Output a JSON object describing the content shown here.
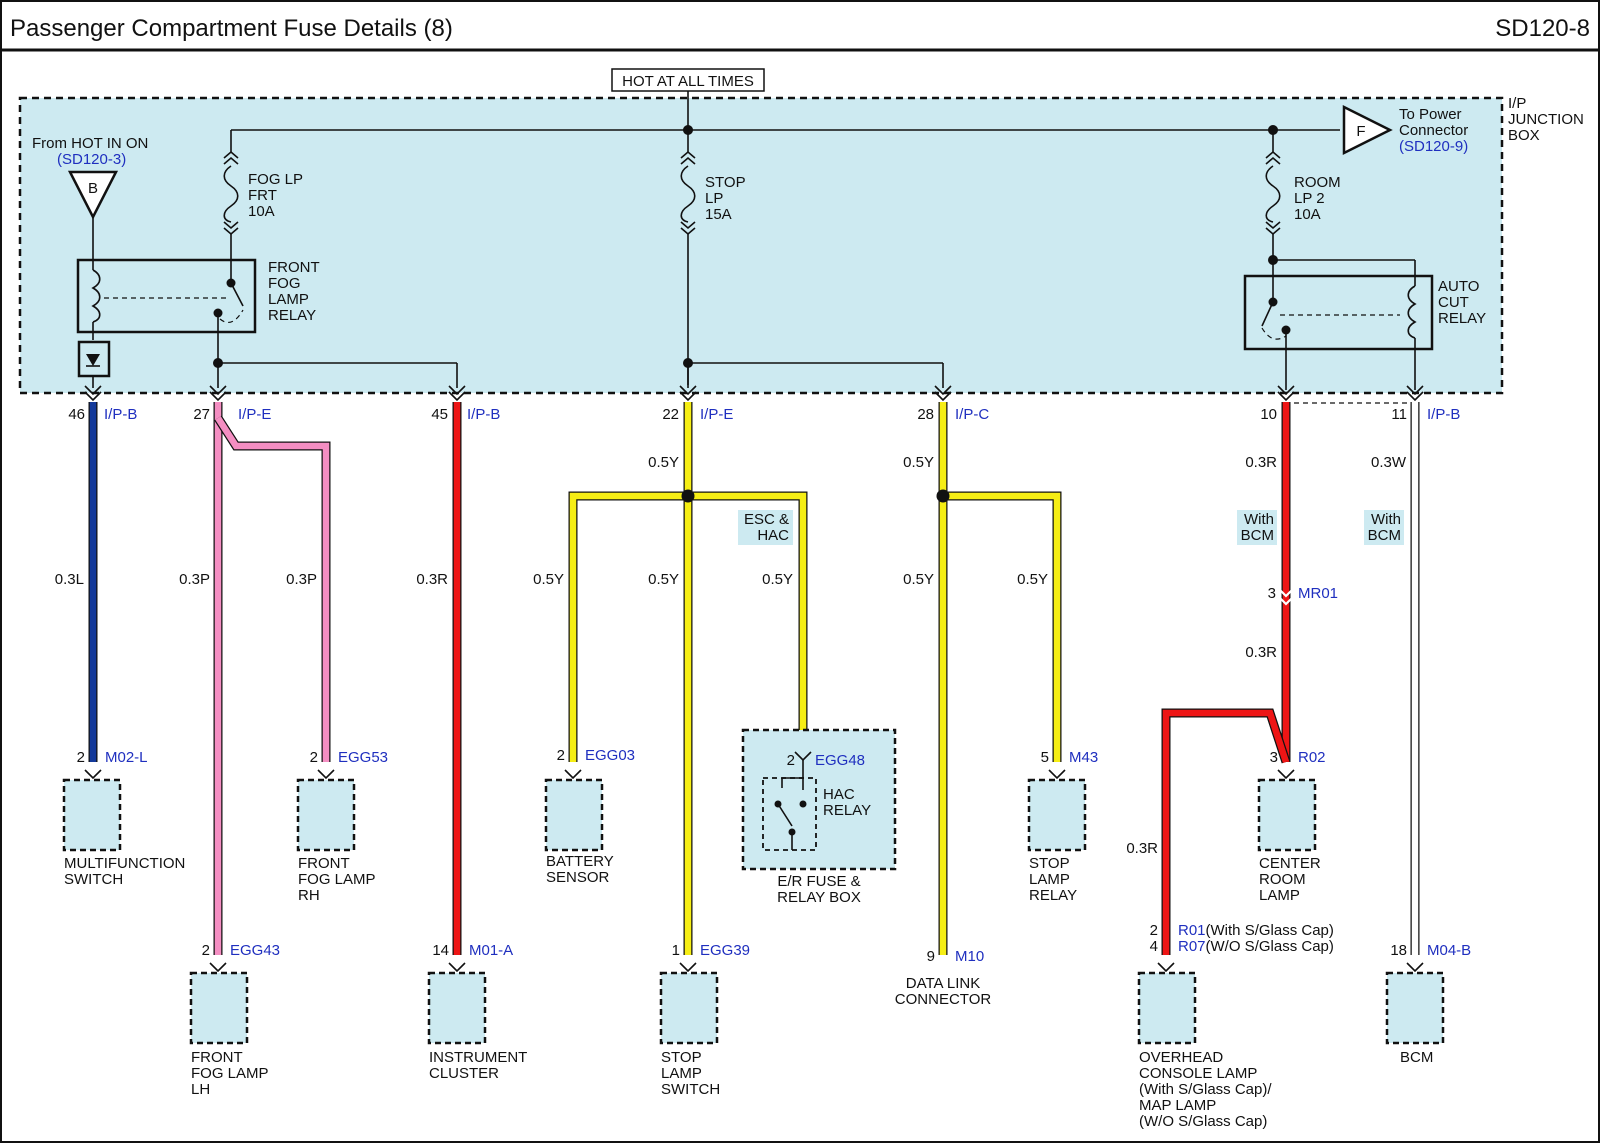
{
  "header": {
    "title": "Passenger Compartment Fuse Details (8)",
    "page_code": "SD120-8"
  },
  "hot_label": "HOT AT ALL TIMES",
  "junction_box_label": [
    "I/P",
    "JUNCTION",
    "BOX"
  ],
  "feed_in": {
    "label": "From HOT IN ON",
    "ref": "(SD120-3)",
    "symbol": "B"
  },
  "feed_out": {
    "label": [
      "To Power",
      "Connector"
    ],
    "ref": "(SD120-9)",
    "symbol": "F"
  },
  "fuses": [
    {
      "name": [
        "FOG LP",
        "FRT",
        "10A"
      ]
    },
    {
      "name": [
        "STOP",
        "LP",
        "15A"
      ]
    },
    {
      "name": [
        "ROOM",
        "LP 2",
        "10A"
      ]
    }
  ],
  "relays": {
    "front_fog": [
      "FRONT",
      "FOG",
      "LAMP",
      "RELAY"
    ],
    "auto_cut": [
      "AUTO",
      "CUT",
      "RELAY"
    ],
    "hac": [
      "HAC",
      "RELAY"
    ]
  },
  "jb_pins": [
    {
      "pin": "46",
      "conn": "I/P-B"
    },
    {
      "pin": "27",
      "conn": "I/P-E"
    },
    {
      "pin": "45",
      "conn": "I/P-B"
    },
    {
      "pin": "22",
      "conn": "I/P-E"
    },
    {
      "pin": "28",
      "conn": "I/P-C"
    },
    {
      "pin": "10",
      "conn": ""
    },
    {
      "pin": "11",
      "conn": "I/P-B"
    }
  ],
  "wire_colors": {
    "L": "#13399a",
    "P": "#f48ec2",
    "R": "#ee1515",
    "Y": "#f6ee14",
    "W": "#ffffff"
  },
  "wire_labels": {
    "w46": "0.3L",
    "w27a": "0.3P",
    "w27b": "0.3P",
    "w45": "0.3R",
    "w22top": "0.5Y",
    "w22a": "0.5Y",
    "w22b": "0.5Y",
    "w22c": "0.5Y",
    "w28top": "0.5Y",
    "w28a": "0.5Y",
    "w28b": "0.5Y",
    "w10a": "0.3R",
    "w10b": "0.3R",
    "w10c": "0.3R",
    "w11": "0.3W"
  },
  "options": {
    "esc_hac": [
      "ESC &",
      "HAC"
    ],
    "with_bcm": [
      "With",
      "BCM"
    ]
  },
  "inline_connector": {
    "pin": "3",
    "conn": "MR01"
  },
  "components": [
    {
      "id": "multifunction",
      "pin": "2",
      "conn": "M02-L",
      "name": [
        "MULTIFUNCTION",
        "SWITCH"
      ]
    },
    {
      "id": "fog_rh",
      "pin": "2",
      "conn": "EGG53",
      "name": [
        "FRONT",
        "FOG LAMP",
        "RH"
      ]
    },
    {
      "id": "fog_lh",
      "pin": "2",
      "conn": "EGG43",
      "name": [
        "FRONT",
        "FOG LAMP",
        "LH"
      ]
    },
    {
      "id": "cluster",
      "pin": "14",
      "conn": "M01-A",
      "name": [
        "INSTRUMENT",
        "CLUSTER"
      ]
    },
    {
      "id": "battery",
      "pin": "2",
      "conn": "EGG03",
      "name": [
        "BATTERY",
        "SENSOR"
      ]
    },
    {
      "id": "stop_switch",
      "pin": "1",
      "conn": "EGG39",
      "name": [
        "STOP",
        "LAMP",
        "SWITCH"
      ]
    },
    {
      "id": "er_box",
      "pin": "2",
      "conn": "EGG48",
      "name": [
        "E/R FUSE &",
        "RELAY BOX"
      ]
    },
    {
      "id": "dlc",
      "pin": "9",
      "conn": "M10",
      "name": [
        "DATA LINK",
        "CONNECTOR"
      ]
    },
    {
      "id": "stop_relay",
      "pin": "5",
      "conn": "M43",
      "name": [
        "STOP",
        "LAMP",
        "RELAY"
      ]
    },
    {
      "id": "center_room",
      "pin": "3",
      "conn": "R02",
      "name": [
        "CENTER",
        "ROOM",
        "LAMP"
      ]
    },
    {
      "id": "overhead",
      "pins": [
        {
          "pin": "2",
          "conn": "R01",
          "note": "(With S/Glass Cap)"
        },
        {
          "pin": "4",
          "conn": "R07",
          "note": "(W/O S/Glass Cap)"
        }
      ],
      "name": [
        "OVERHEAD",
        "CONSOLE LAMP",
        "(With S/Glass Cap)/",
        "MAP LAMP",
        "(W/O S/Glass Cap)"
      ]
    },
    {
      "id": "bcm",
      "pin": "18",
      "conn": "M04-B",
      "name": [
        "BCM"
      ]
    }
  ]
}
